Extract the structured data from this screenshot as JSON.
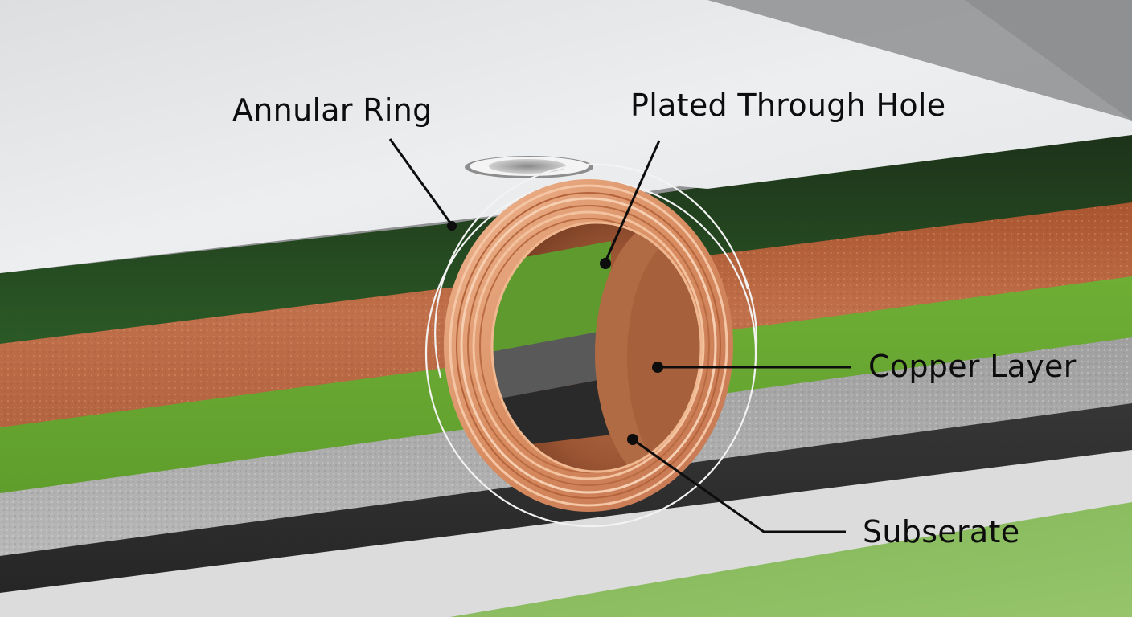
{
  "diagram": {
    "subject": "PCB plated through hole cross-section",
    "labels": {
      "annular_ring": "Annular Ring",
      "plated_through_hole": "Plated Through Hole",
      "copper_layer": "Copper Layer",
      "substrate": "Subserate"
    },
    "layers": [
      {
        "name": "top-surface",
        "color": "#e4e6e8"
      },
      {
        "name": "solder-mask-dark-green",
        "color": "#1f3d1c"
      },
      {
        "name": "copper-foil",
        "color": "#b8643a"
      },
      {
        "name": "prepreg-green",
        "color": "#6aa832"
      },
      {
        "name": "core-gray",
        "color": "#a8a8a8"
      },
      {
        "name": "bottom-black",
        "color": "#2e2e2e"
      },
      {
        "name": "bottom-white",
        "color": "#dedede"
      },
      {
        "name": "ground-green",
        "color": "#86b85a"
      }
    ],
    "colors": {
      "copper": "#d38a5c",
      "copper_highlight": "#f2c2a0",
      "copper_dark": "#8f4a2a",
      "leader_line": "#0d0d0d",
      "background_gray": "#8f9092"
    }
  }
}
